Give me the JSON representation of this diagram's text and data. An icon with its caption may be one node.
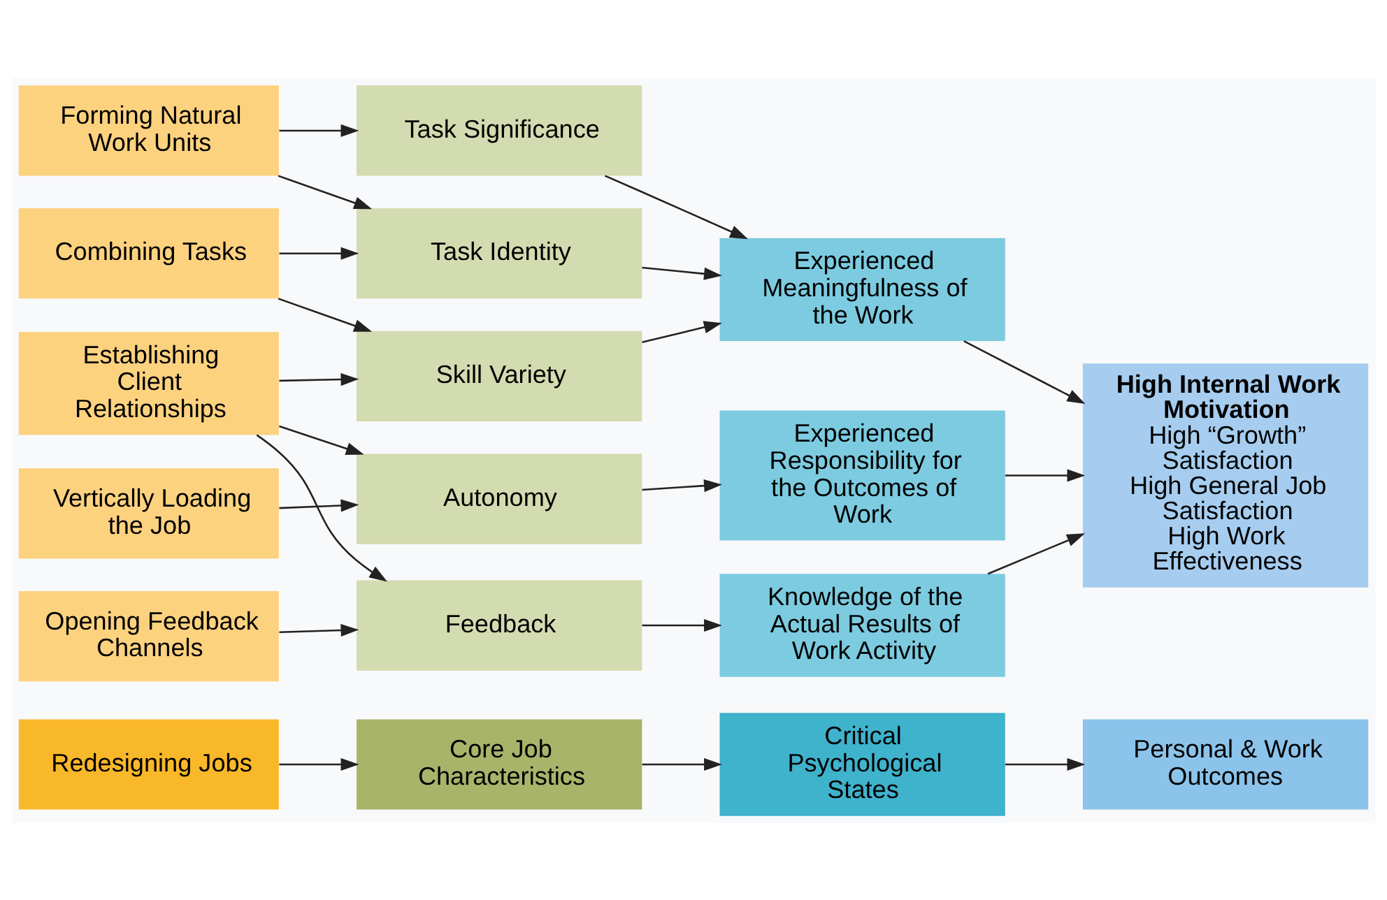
{
  "diagram": {
    "nodes": [
      {
        "text": [
          "Redesigning Jobs"
        ]
      },
      {
        "text": [
          "Core Job Characteristics"
        ]
      },
      {
        "text": [
          "Critical Psychological States"
        ]
      },
      {
        "text": [
          "Personal & Work Outcomes"
        ]
      },
      {
        "text": [
          "Combining Tasks"
        ]
      },
      {
        "text": [
          "Forming Natural Work Units"
        ]
      },
      {
        "text": [
          "Establishing Client Relationships"
        ]
      },
      {
        "text": [
          "Vertically Loading the Job"
        ]
      },
      {
        "text": [
          "Opening Feedback Channels"
        ]
      },
      {
        "text": [
          "Skill Variety"
        ]
      },
      {
        "text": [
          "Task Identity"
        ]
      },
      {
        "text": [
          "Task Significance"
        ]
      },
      {
        "text": [
          "Autonomy"
        ]
      },
      {
        "text": [
          "Feedback"
        ]
      },
      {
        "text": [
          "Experienced Meaningfulness of the Work"
        ]
      },
      {
        "text": [
          "Experienced Responsibility for the Outcomes of Work"
        ]
      },
      {
        "text": [
          "Knowledge of the Actual Results of Work Activity"
        ]
      },
      {
        "text": [
          "High Internal Work Motivation",
          "High “Growth” Satisfaction",
          "High General Job Satisfaction",
          "High Work Effectiveness"
        ]
      }
    ],
    "edges": [
      {
        "from": 0,
        "to": 1,
        "arrow": "to"
      },
      {
        "from": 1,
        "to": 2,
        "arrow": "to"
      },
      {
        "from": 2,
        "to": 3,
        "arrow": "to"
      },
      {
        "from": 4,
        "to": 9,
        "arrow": "to"
      },
      {
        "from": 4,
        "to": 10,
        "arrow": "to"
      },
      {
        "from": 5,
        "to": 10,
        "arrow": "to"
      },
      {
        "from": 5,
        "to": 11,
        "arrow": "to"
      },
      {
        "from": 6,
        "to": 9,
        "arrow": "to"
      },
      {
        "from": 6,
        "to": 12,
        "arrow": "to"
      },
      {
        "from": 6,
        "to": 13,
        "arrow": "to"
      },
      {
        "from": 7,
        "to": 12,
        "arrow": "to"
      },
      {
        "from": 8,
        "to": 13,
        "arrow": "to"
      },
      {
        "from": 9,
        "to": 14,
        "arrow": "to"
      },
      {
        "from": 10,
        "to": 14,
        "arrow": "to"
      },
      {
        "from": 11,
        "to": 14,
        "arrow": "to"
      },
      {
        "from": 12,
        "to": 15,
        "arrow": "to"
      },
      {
        "from": 13,
        "to": 16,
        "arrow": "to"
      },
      {
        "from": 14,
        "to": 17,
        "arrow": "to"
      },
      {
        "from": 15,
        "to": 17,
        "arrow": "to"
      },
      {
        "from": 16,
        "to": 17,
        "arrow": "to"
      }
    ]
  }
}
